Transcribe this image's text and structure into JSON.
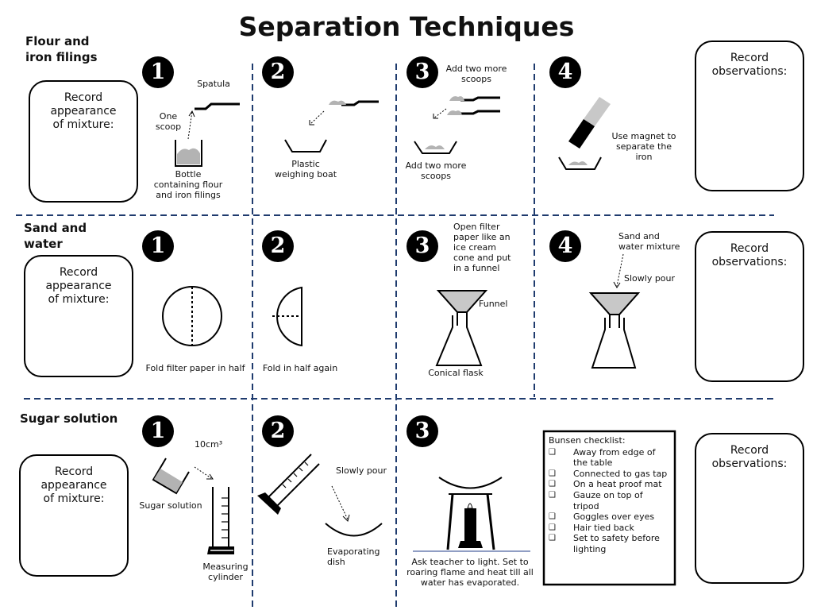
{
  "title": "Separation Techniques",
  "sections": {
    "flour": {
      "name": "Flour and\niron filings"
    },
    "sand": {
      "name": "Sand and\nwater"
    },
    "sugar": {
      "name": "Sugar solution"
    }
  },
  "record_appearance": "Record\nappearance\nof mixture:",
  "record_observations": "Record\nobservations:",
  "step_numbers": [
    "1",
    "2",
    "3",
    "4"
  ],
  "flour_labels": {
    "spatula": "Spatula",
    "one_scoop": "One\nscoop",
    "bottle": "Bottle\ncontaining flour\nand iron filings",
    "boat": "Plastic\nweighing boat",
    "add_two_top": "Add two more\nscoops",
    "add_two_bottom": "Add two more\nscoops",
    "magnet": "Use magnet to\nseparate the\niron"
  },
  "sand_labels": {
    "fold_half": "Fold filter paper in half",
    "fold_again": "Fold in half again",
    "open_filter": "Open filter\npaper like an\nice cream\ncone and put\nin a funnel",
    "funnel": "Funnel",
    "flask": "Conical flask",
    "sand_water_mix": "Sand and\nwater mixture",
    "slowly_pour": "Slowly pour"
  },
  "sugar_labels": {
    "volume": "10cm³",
    "sugar_solution": "Sugar solution",
    "cylinder": "Measuring\ncylinder",
    "slowly_pour": "Slowly pour",
    "dish": "Evaporating\ndish",
    "heat": "Ask teacher to light. Set to\nroaring flame and heat till all\nwater has evaporated."
  },
  "checklist": {
    "title": "Bunsen checklist:",
    "box": "❑",
    "items": [
      "Away from edge of the table",
      "Connected to gas tap",
      "On a heat proof mat",
      "Gauze on top of tripod",
      "Goggles over eyes",
      "Hair tied back",
      "Set to safety before lighting"
    ]
  },
  "colors": {
    "divider": "#1f3b6e",
    "grey": "#aaaaaa"
  }
}
